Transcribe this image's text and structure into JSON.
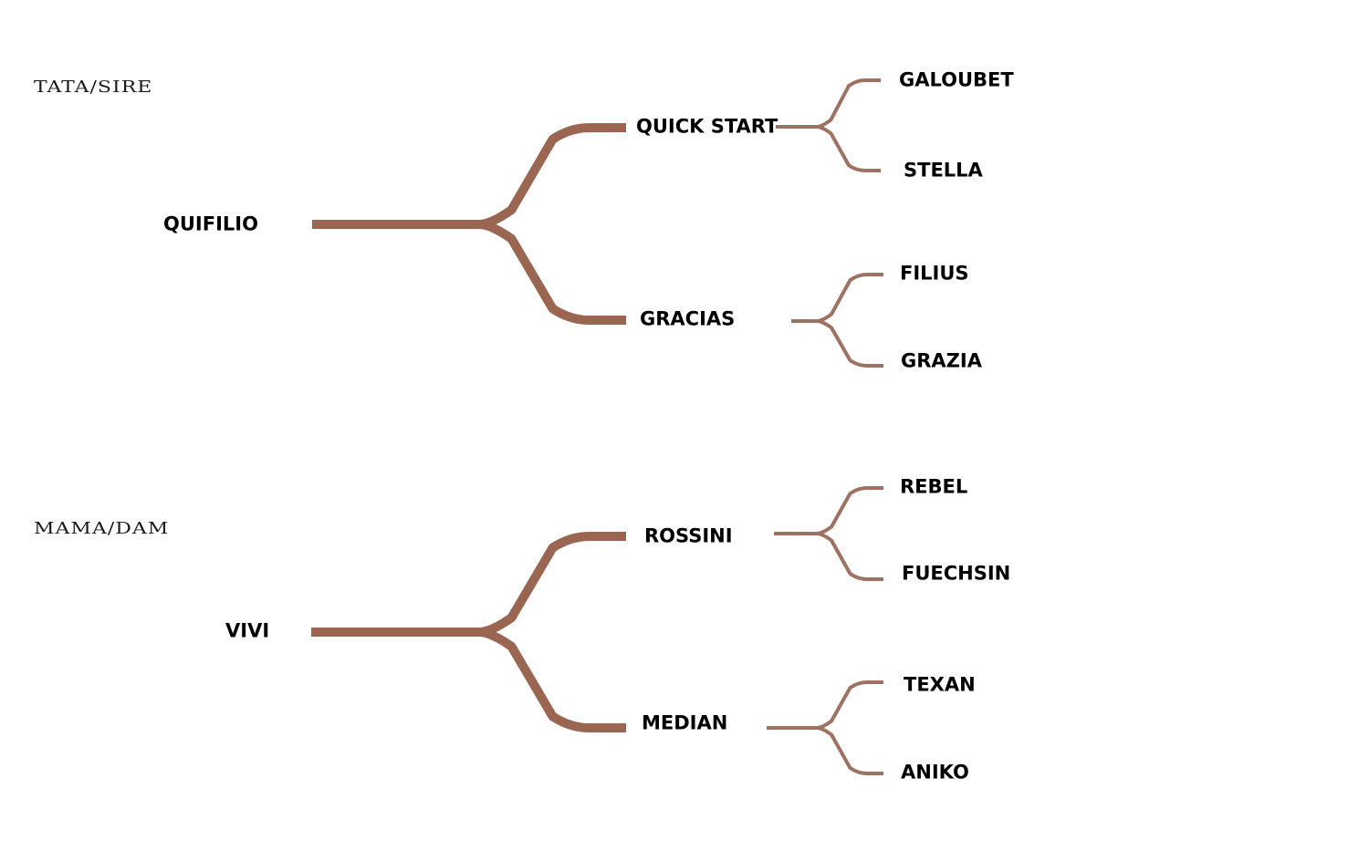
{
  "colors": {
    "branch_main": "#9a6652",
    "branch_minor": "#9e7262",
    "text": "#000000",
    "heading_text": "#1a1a1a"
  },
  "pedigree": {
    "sire": {
      "heading": "TATA/SIRE",
      "name": "QUIFILIO",
      "sire": {
        "name": "QUICK START",
        "sire": "GALOUBET",
        "dam": "STELLA"
      },
      "dam": {
        "name": "GRACIAS",
        "sire": "FILIUS",
        "dam": "GRAZIA"
      }
    },
    "dam": {
      "heading": "MAMA/DAM",
      "name": "VIVI",
      "sire": {
        "name": "ROSSINI",
        "sire": "REBEL",
        "dam": "FUECHSIN"
      },
      "dam": {
        "name": "MEDIAN",
        "sire": "TEXAN",
        "dam": "ANIKO"
      }
    }
  }
}
